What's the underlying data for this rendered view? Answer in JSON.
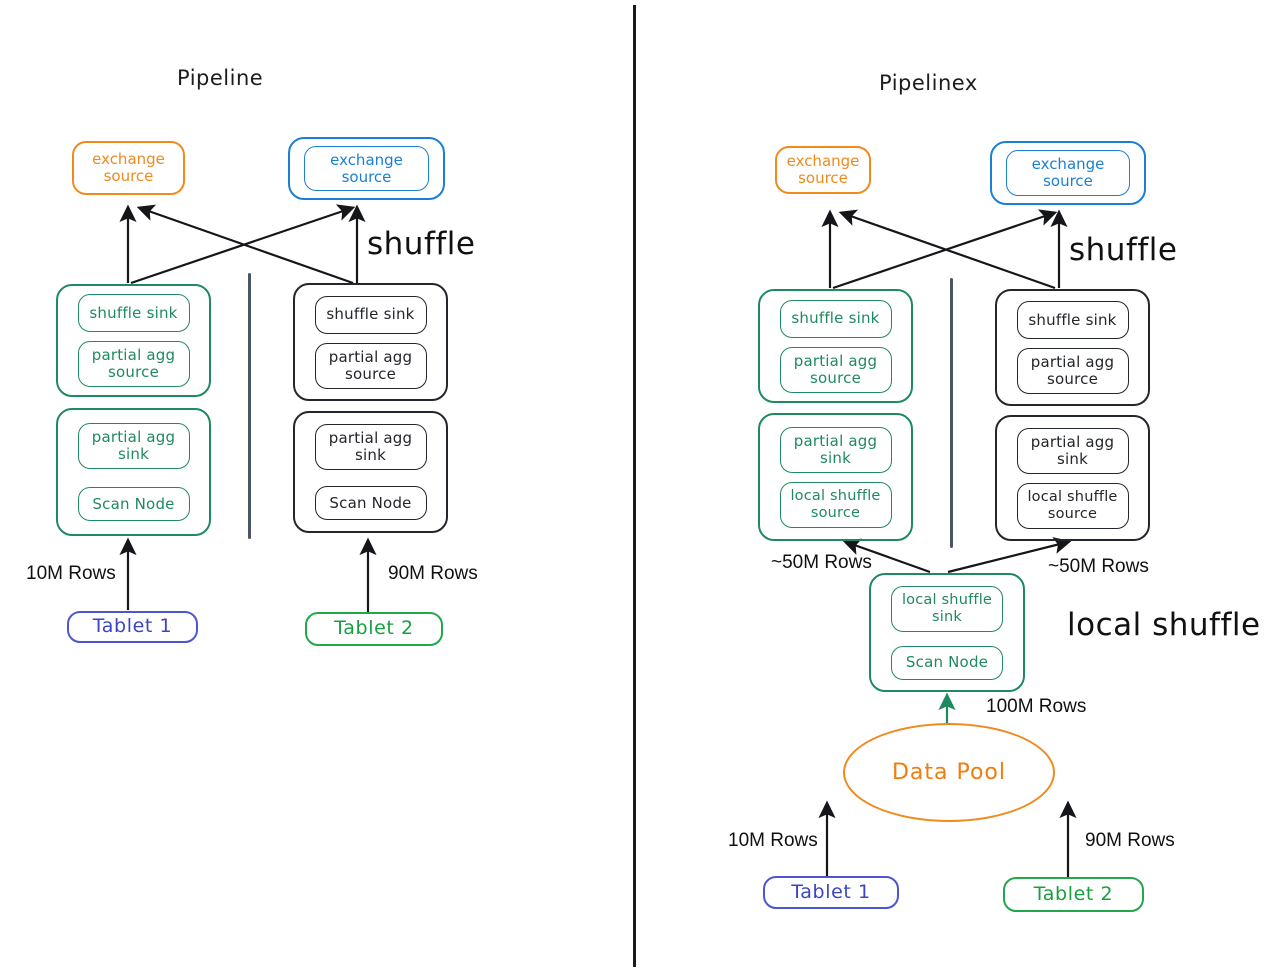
{
  "diagram": {
    "kind": "comparison-diagram",
    "panels": [
      {
        "id": "pipeline",
        "title": "Pipeline",
        "shuffle_label": "shuffle",
        "exchange_left": {
          "line1": "exchange",
          "line2": "source",
          "color": "#f08a1d"
        },
        "exchange_right": {
          "line1": "exchange",
          "line2": "source",
          "color": "#1b7fd4"
        },
        "fragments": [
          {
            "id": "left-fragment",
            "color": "#1f8a5f",
            "groups": [
              {
                "nodes": [
                  "shuffle sink",
                  "partial agg\nsource"
                ]
              },
              {
                "nodes": [
                  "partial agg\nsink",
                  "Scan Node"
                ]
              }
            ]
          },
          {
            "id": "right-fragment",
            "color": "#23262b",
            "groups": [
              {
                "nodes": [
                  "shuffle sink",
                  "partial agg\nsource"
                ]
              },
              {
                "nodes": [
                  "partial agg\nsink",
                  "Scan Node"
                ]
              }
            ]
          }
        ],
        "edges": [
          {
            "label": "10M Rows"
          },
          {
            "label": "90M Rows"
          }
        ],
        "tablets": [
          {
            "label": "Tablet 1",
            "color": "#4a57cf"
          },
          {
            "label": "Tablet 2",
            "color": "#22a84a"
          }
        ]
      },
      {
        "id": "pipelinex",
        "title": "Pipelinex",
        "shuffle_label": "shuffle",
        "local_shuffle_label": "local shuffle",
        "exchange_left": {
          "line1": "exchange",
          "line2": "source",
          "color": "#f08a1d"
        },
        "exchange_right": {
          "line1": "exchange",
          "line2": "source",
          "color": "#1b7fd4"
        },
        "fragments": [
          {
            "id": "left-fragment",
            "color": "#1f8a5f",
            "groups": [
              {
                "nodes": [
                  "shuffle sink",
                  "partial agg\nsource"
                ]
              },
              {
                "nodes": [
                  "partial agg\nsink",
                  "local shuffle\nsource"
                ]
              }
            ]
          },
          {
            "id": "right-fragment",
            "color": "#23262b",
            "groups": [
              {
                "nodes": [
                  "shuffle sink",
                  "partial agg\nsource"
                ]
              },
              {
                "nodes": [
                  "partial agg\nsink",
                  "local shuffle\nsource"
                ]
              }
            ]
          }
        ],
        "local_shuffle_box": {
          "color": "#1f8a5f",
          "nodes": [
            "local shuffle\nsink",
            "Scan Node"
          ]
        },
        "data_pool": {
          "label": "Data Pool",
          "color": "#f08a1d"
        },
        "edges": [
          {
            "label": "~50M Rows"
          },
          {
            "label": "~50M Rows"
          },
          {
            "label": "100M Rows"
          },
          {
            "label": "10M Rows"
          },
          {
            "label": "90M Rows"
          }
        ],
        "tablets": [
          {
            "label": "Tablet 1",
            "color": "#4a57cf"
          },
          {
            "label": "Tablet 2",
            "color": "#22a84a"
          }
        ]
      }
    ]
  }
}
